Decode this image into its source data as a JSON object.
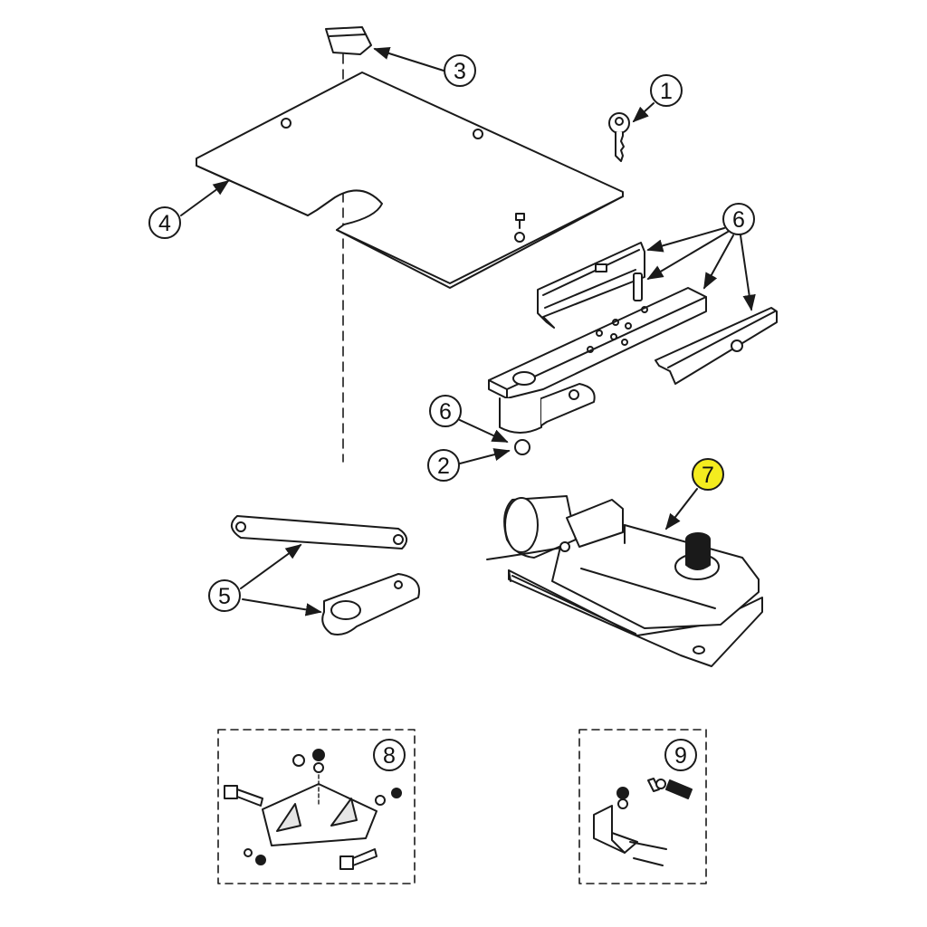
{
  "callouts": [
    {
      "id": "1",
      "text": "1"
    },
    {
      "id": "2",
      "text": "2"
    },
    {
      "id": "3",
      "text": "3"
    },
    {
      "id": "4",
      "text": "4"
    },
    {
      "id": "5",
      "text": "5"
    },
    {
      "id": "6a",
      "text": "6"
    },
    {
      "id": "6b",
      "text": "6"
    },
    {
      "id": "7",
      "text": "7",
      "highlight": true
    },
    {
      "id": "8",
      "text": "8"
    },
    {
      "id": "9",
      "text": "9"
    }
  ],
  "colors": {
    "line": "#1a1a1a",
    "part_fill": "#ffffff",
    "part_shade": "#e6e6e6",
    "highlight": "#f4ec1f"
  },
  "icons": [
    "key-icon",
    "cover-plate",
    "operator-motor",
    "lever-arm",
    "bracket-kit",
    "angle-bracket-kit"
  ]
}
